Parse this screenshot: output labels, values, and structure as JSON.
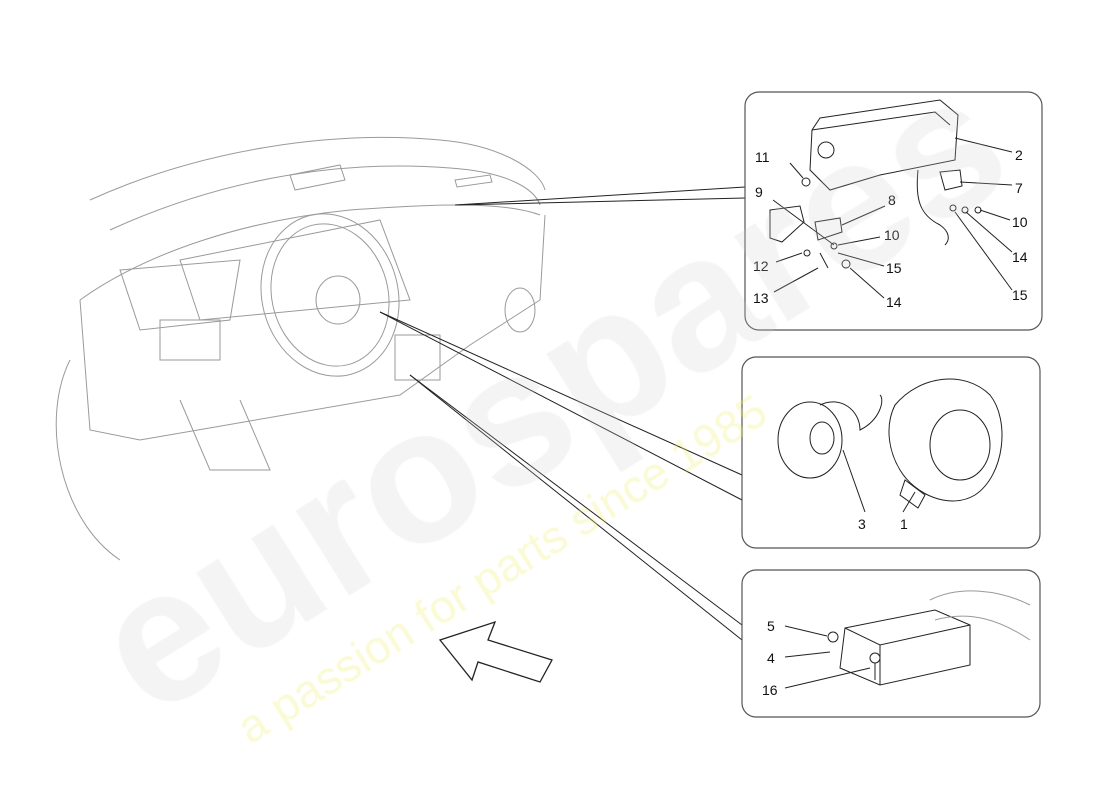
{
  "diagram": {
    "top_panel": {
      "labels": [
        "11",
        "9",
        "2",
        "7",
        "8",
        "10",
        "10",
        "12",
        "15",
        "14",
        "13",
        "14",
        "15"
      ]
    },
    "middle_panel": {
      "labels": [
        "3",
        "1"
      ]
    },
    "bottom_panel": {
      "labels": [
        "5",
        "4",
        "16"
      ]
    }
  },
  "watermark": {
    "brand": "eurospares",
    "tagline": "a passion for parts since 1985"
  }
}
